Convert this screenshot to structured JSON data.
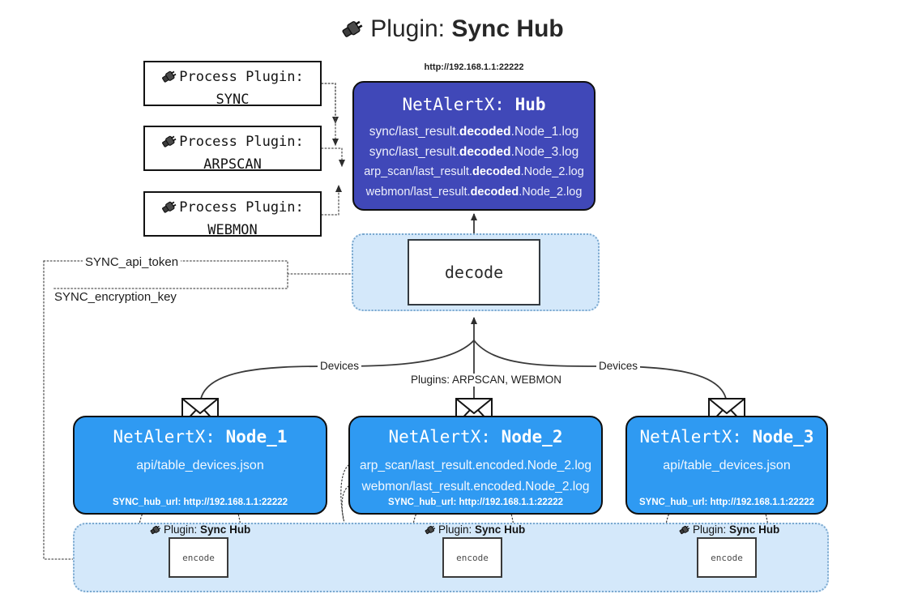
{
  "title": {
    "icon": "plug-icon",
    "prefix": "Plugin:",
    "name": "Sync Hub"
  },
  "process_plugins": [
    {
      "icon": "plug-icon",
      "header": "Process Plugin:",
      "name": "SYNC"
    },
    {
      "icon": "plug-icon",
      "header": "Process Plugin:",
      "name": "ARPSCAN"
    },
    {
      "icon": "plug-icon",
      "header": "Process Plugin:",
      "name": "WEBMON"
    }
  ],
  "hub": {
    "url": "http://192.168.1.1:22222",
    "title_prefix": "NetAlertX:",
    "title_name": "Hub",
    "files": [
      {
        "pre": "sync/last_result.",
        "em": "decoded",
        "post": ".Node_1.log"
      },
      {
        "pre": "sync/last_result.",
        "em": "decoded",
        "post": ".Node_3.log"
      },
      {
        "pre": "arp_scan/last_result.",
        "em": "decoded",
        "post": ".Node_2.log"
      },
      {
        "pre": "webmon/last_result.",
        "em": "decoded",
        "post": ".Node_2.log"
      }
    ]
  },
  "decode": {
    "label": "decode"
  },
  "tokens": [
    {
      "label": "SYNC_api_token"
    },
    {
      "label": "SYNC_encryption_key"
    }
  ],
  "edge_labels": {
    "devices_left": "Devices",
    "devices_right": "Devices",
    "plugins_center": "Plugins: ARPSCAN, WEBMON"
  },
  "nodes": [
    {
      "icon": "envelope-icon",
      "title_prefix": "NetAlertX:",
      "title_name": "Node_1",
      "lines": [
        "api/table_devices.json"
      ],
      "footer": "SYNC_hub_url: http://192.168.1.1:22222"
    },
    {
      "icon": "envelope-icon",
      "title_prefix": "NetAlertX:",
      "title_name": "Node_2",
      "lines": [
        "arp_scan/last_result.encoded.Node_2.log",
        "webmon/last_result.encoded.Node_2.log"
      ],
      "footer": "SYNC_hub_url: http://192.168.1.1:22222"
    },
    {
      "icon": "envelope-icon",
      "title_prefix": "NetAlertX:",
      "title_name": "Node_3",
      "lines": [
        "api/table_devices.json"
      ],
      "footer": "SYNC_hub_url: http://192.168.1.1:22222"
    }
  ],
  "plugin_strip": [
    {
      "icon": "plug-icon",
      "prefix": "Plugin:",
      "name": "Sync Hub",
      "box": "encode"
    },
    {
      "icon": "plug-icon",
      "prefix": "Plugin:",
      "name": "Sync Hub",
      "box": "encode"
    },
    {
      "icon": "plug-icon",
      "prefix": "Plugin:",
      "name": "Sync Hub",
      "box": "encode"
    }
  ],
  "colors": {
    "hub_fill": "#4048b8",
    "node_fill": "#2f9af2",
    "zone_fill": "#d4e8fa",
    "zone_border": "#7aa8cf",
    "stroke": "#333a40",
    "background": "#ffffff"
  }
}
